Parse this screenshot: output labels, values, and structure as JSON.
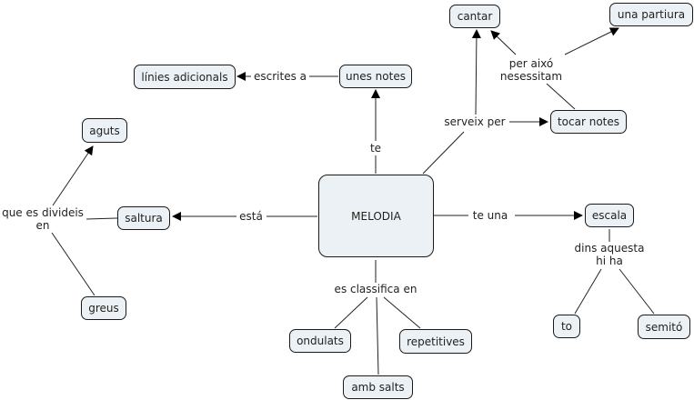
{
  "nodes": {
    "melodia": "MELODIA",
    "unes_notes": "unes notes",
    "linies_adicionals": "línies adicionals",
    "cantar": "cantar",
    "una_partiura": "una partiura",
    "tocar_notes": "tocar notes",
    "aguts": "aguts",
    "saltura": "saltura",
    "greus": "greus",
    "escala": "escala",
    "to": "to",
    "semito": "semitó",
    "ondulats": "ondulats",
    "repetitives": "repetitives",
    "amb_salts": "amb salts"
  },
  "links": {
    "te": "te",
    "escrites_a": "escrites a",
    "serveix_per": "serveix per",
    "per_aixo": "per aixó\nnesessitam",
    "esta": "está",
    "que_es_divideis": "que es divideis\nen",
    "te_una": "te una",
    "dins_aquesta": "dins aquesta\nhi ha",
    "es_classifica": "es classifica en"
  }
}
